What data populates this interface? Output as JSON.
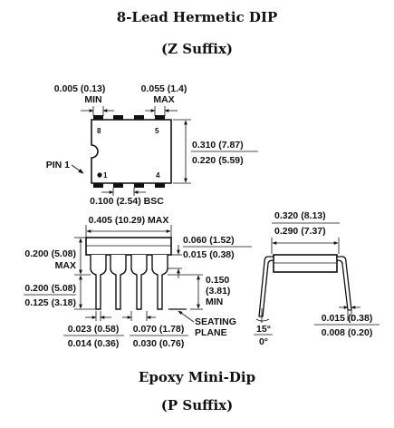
{
  "titles": {
    "top_title": "8-Lead Hermetic DIP",
    "top_suffix": "(Z Suffix)",
    "bottom_title": "Epoxy Mini-Dip",
    "bottom_suffix": "(P Suffix)"
  },
  "top_view": {
    "lead_width_min": "0.005 (0.13)",
    "lead_width_min_label": "MIN",
    "lead_pitch_max": "0.055 (1.4)",
    "lead_pitch_max_label": "MAX",
    "pin8": "8",
    "pin5": "5",
    "pin4": "4",
    "pin1_num": "1",
    "pin1_label": "PIN 1",
    "body_width_max": "0.310 (7.87)",
    "body_width_min": "0.220 (5.59)",
    "lead_spacing": "0.100 (2.54) BSC"
  },
  "side_view": {
    "overall_length_max": "0.405 (10.29) MAX",
    "seat_height_max": "0.200 (5.08)",
    "seat_height_max_label": "MAX",
    "shoulder_max": "0.060 (1.52)",
    "shoulder_min": "0.015 (0.38)",
    "lead_len_max": "0.200 (5.08)",
    "lead_len_min": "0.125 (3.18)",
    "standoff": "0.150",
    "standoff_mm": "(3.81)",
    "standoff_label": "MIN",
    "lead_w_max": "0.023 (0.58)",
    "lead_w_min": "0.014 (0.36)",
    "lead_shoulder_max": "0.070 (1.78)",
    "lead_shoulder_min": "0.030 (0.76)",
    "seating_plane_1": "SEATING",
    "seating_plane_2": "PLANE"
  },
  "end_view": {
    "row_spacing_max": "0.320 (8.13)",
    "row_spacing_min": "0.290 (7.37)",
    "angle_max": "15°",
    "angle_min": "0°",
    "lead_thick_max": "0.015 (0.38)",
    "lead_thick_min": "0.008 (0.20)"
  }
}
